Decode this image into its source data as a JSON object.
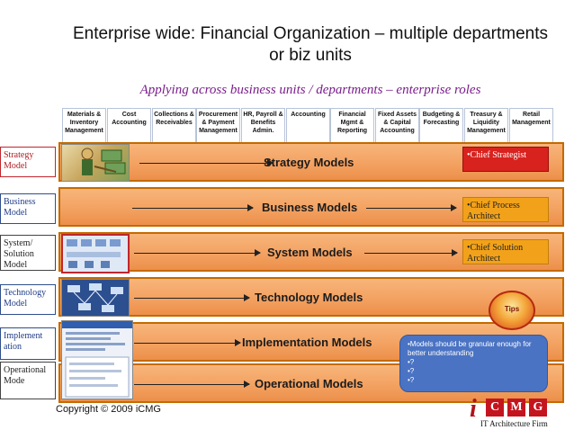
{
  "title": {
    "line1": "Enterprise wide: Financial Organization – multiple departments",
    "line2": "or biz units"
  },
  "subtitle": "Applying across business units / departments – enterprise roles",
  "departments": [
    "Materials & Inventory Management",
    "Cost Accounting",
    "Collections & Receivables",
    "Procurement & Payment Management",
    "HR, Payroll & Benefits Admin.",
    "Accounting",
    "Financial Mgmt & Reporting",
    "Fixed Assets & Capital Accounting",
    "Budgeting & Forecasting",
    "Treasury & Liquidity Management",
    "Retail Management"
  ],
  "layers": {
    "strategy": "Strategy Models",
    "business": "Business Models",
    "system": "System Models",
    "technology": "Technology Models",
    "implementation": "Implementation Models",
    "operational": "Operational Models"
  },
  "side_labels": {
    "strategy": "Strategy Model",
    "business": "Business Model",
    "system": "System/ Solution Model",
    "technology": "Technology Model",
    "implementation": "Implement ation",
    "operational": "Operational Mode"
  },
  "roles": {
    "strategist": "•Chief Strategist",
    "process": "•Chief Process Architect",
    "solution": "•Chief Solution Architect"
  },
  "callout": {
    "line1": "•Models should be granular enough for better understanding",
    "line2": "•?",
    "line3": "•?",
    "line4": "•?"
  },
  "copyright": "Copyright © 2009 iCMG",
  "logo": {
    "letters": [
      "C",
      "M",
      "G"
    ],
    "prefix": "i",
    "tagline": "IT Architecture Firm"
  },
  "badge": "Tips"
}
